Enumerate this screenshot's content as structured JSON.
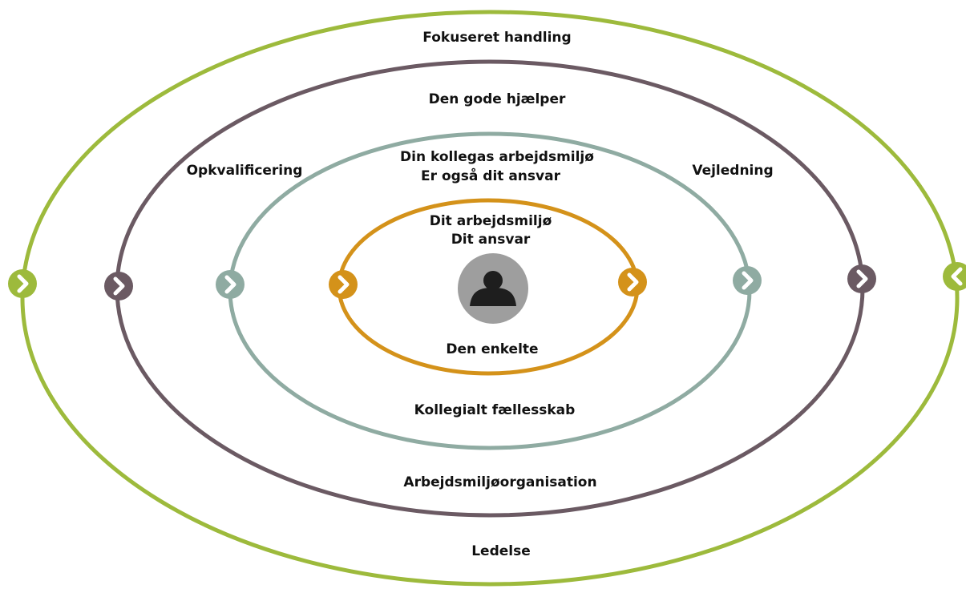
{
  "colors": {
    "outer": "#9dba3c",
    "second": "#6b5a63",
    "third": "#8faba2",
    "inner": "#d4921a",
    "person_circle": "#9e9e9e",
    "person_figure": "#1e1e1e",
    "text": "#111111"
  },
  "rings": [
    {
      "id": "outer",
      "color_key": "outer",
      "left_marker": "chevron-right-icon",
      "right_marker": "chevron-left-icon"
    },
    {
      "id": "second",
      "color_key": "second",
      "left_marker": "chevron-right-icon",
      "right_marker": "chevron-right-icon"
    },
    {
      "id": "third",
      "color_key": "third",
      "left_marker": "chevron-right-icon",
      "right_marker": "chevron-right-icon"
    },
    {
      "id": "inner",
      "color_key": "inner",
      "left_marker": "chevron-right-icon",
      "right_marker": "chevron-right-icon"
    }
  ],
  "labels": {
    "fokuseret": "Fokuseret handling",
    "gode_hjaelper": "Den gode hjælper",
    "kollega_line1": "Din kollegas arbejdsmiljø",
    "kollega_line2": "Er også dit ansvar",
    "opkvalificering": "Opkvalificering",
    "vejledning": "Vejledning",
    "dit_line1": "Dit arbejdsmiljø",
    "dit_line2": "Dit ansvar",
    "den_enkelte": "Den enkelte",
    "kollegialt": "Kollegialt fællesskab",
    "organisation": "Arbejdsmiljøorganisation",
    "ledelse": "Ledelse"
  },
  "center_icon": "person-icon"
}
